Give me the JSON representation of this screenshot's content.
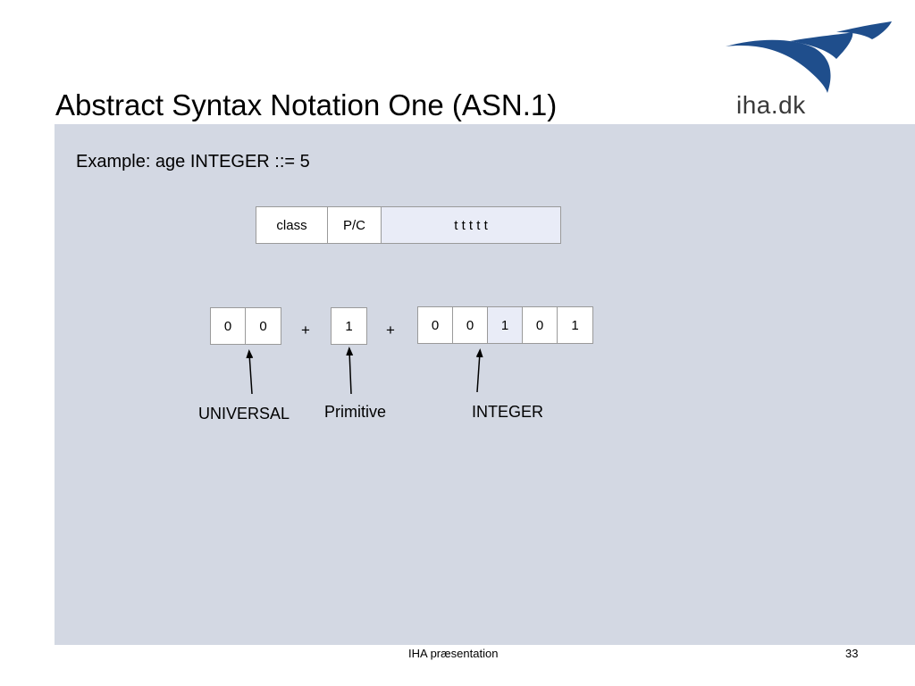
{
  "slide": {
    "title": "Abstract Syntax Notation One (ASN.1)",
    "logo_text": "iha.dk",
    "example_text": "Example: age INTEGER ::= 5"
  },
  "header_fields": [
    "class",
    "P/C",
    "t t t t t"
  ],
  "class_bits": [
    "0",
    "0"
  ],
  "pc_bits": [
    "1"
  ],
  "tag_bits": [
    "0",
    "0",
    "1",
    "0",
    "1"
  ],
  "operators": [
    "+",
    "+"
  ],
  "labels": {
    "class": "UNIVERSAL",
    "pc": "Primitive",
    "tag": "INTEGER"
  },
  "footer": {
    "center": "IHA præsentation",
    "page_number": "33"
  },
  "colors": {
    "content_background": "#d3d8e3",
    "logo_blue": "#1f4e8c",
    "cell_highlight": "#e9ecf7"
  }
}
